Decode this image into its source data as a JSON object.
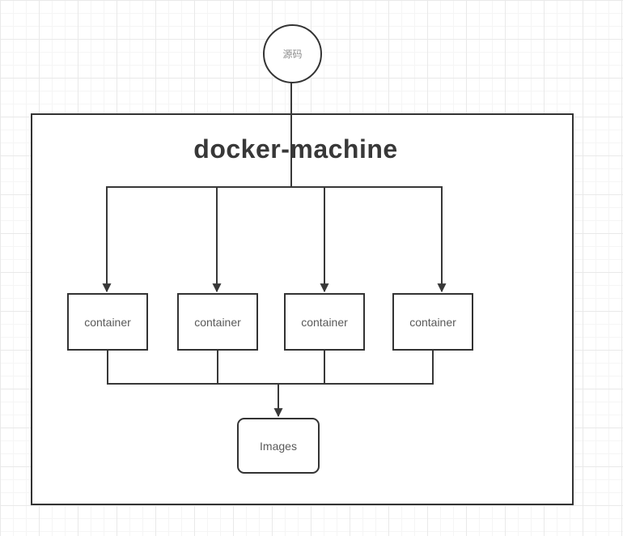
{
  "diagram": {
    "source": {
      "label": "源码"
    },
    "machine": {
      "title": "docker-machine"
    },
    "containers": [
      {
        "label": "container"
      },
      {
        "label": "container"
      },
      {
        "label": "container"
      },
      {
        "label": "container"
      }
    ],
    "images": {
      "label": "Images"
    },
    "edges": [
      {
        "from": "source",
        "to": "container-1"
      },
      {
        "from": "source",
        "to": "container-2"
      },
      {
        "from": "source",
        "to": "container-3"
      },
      {
        "from": "source",
        "to": "container-4"
      },
      {
        "from": "container-1",
        "to": "images"
      },
      {
        "from": "container-2",
        "to": "images"
      },
      {
        "from": "container-3",
        "to": "images"
      },
      {
        "from": "container-4",
        "to": "images"
      }
    ],
    "colors": {
      "stroke": "#383838",
      "node_border": "#333333",
      "node_fill": "#ffffff",
      "label_text": "#595959",
      "source_label_text": "#8c8c8c",
      "title_text": "#383838",
      "grid_minor": "#f5f5f5",
      "grid_major": "#e9e9e9"
    }
  }
}
